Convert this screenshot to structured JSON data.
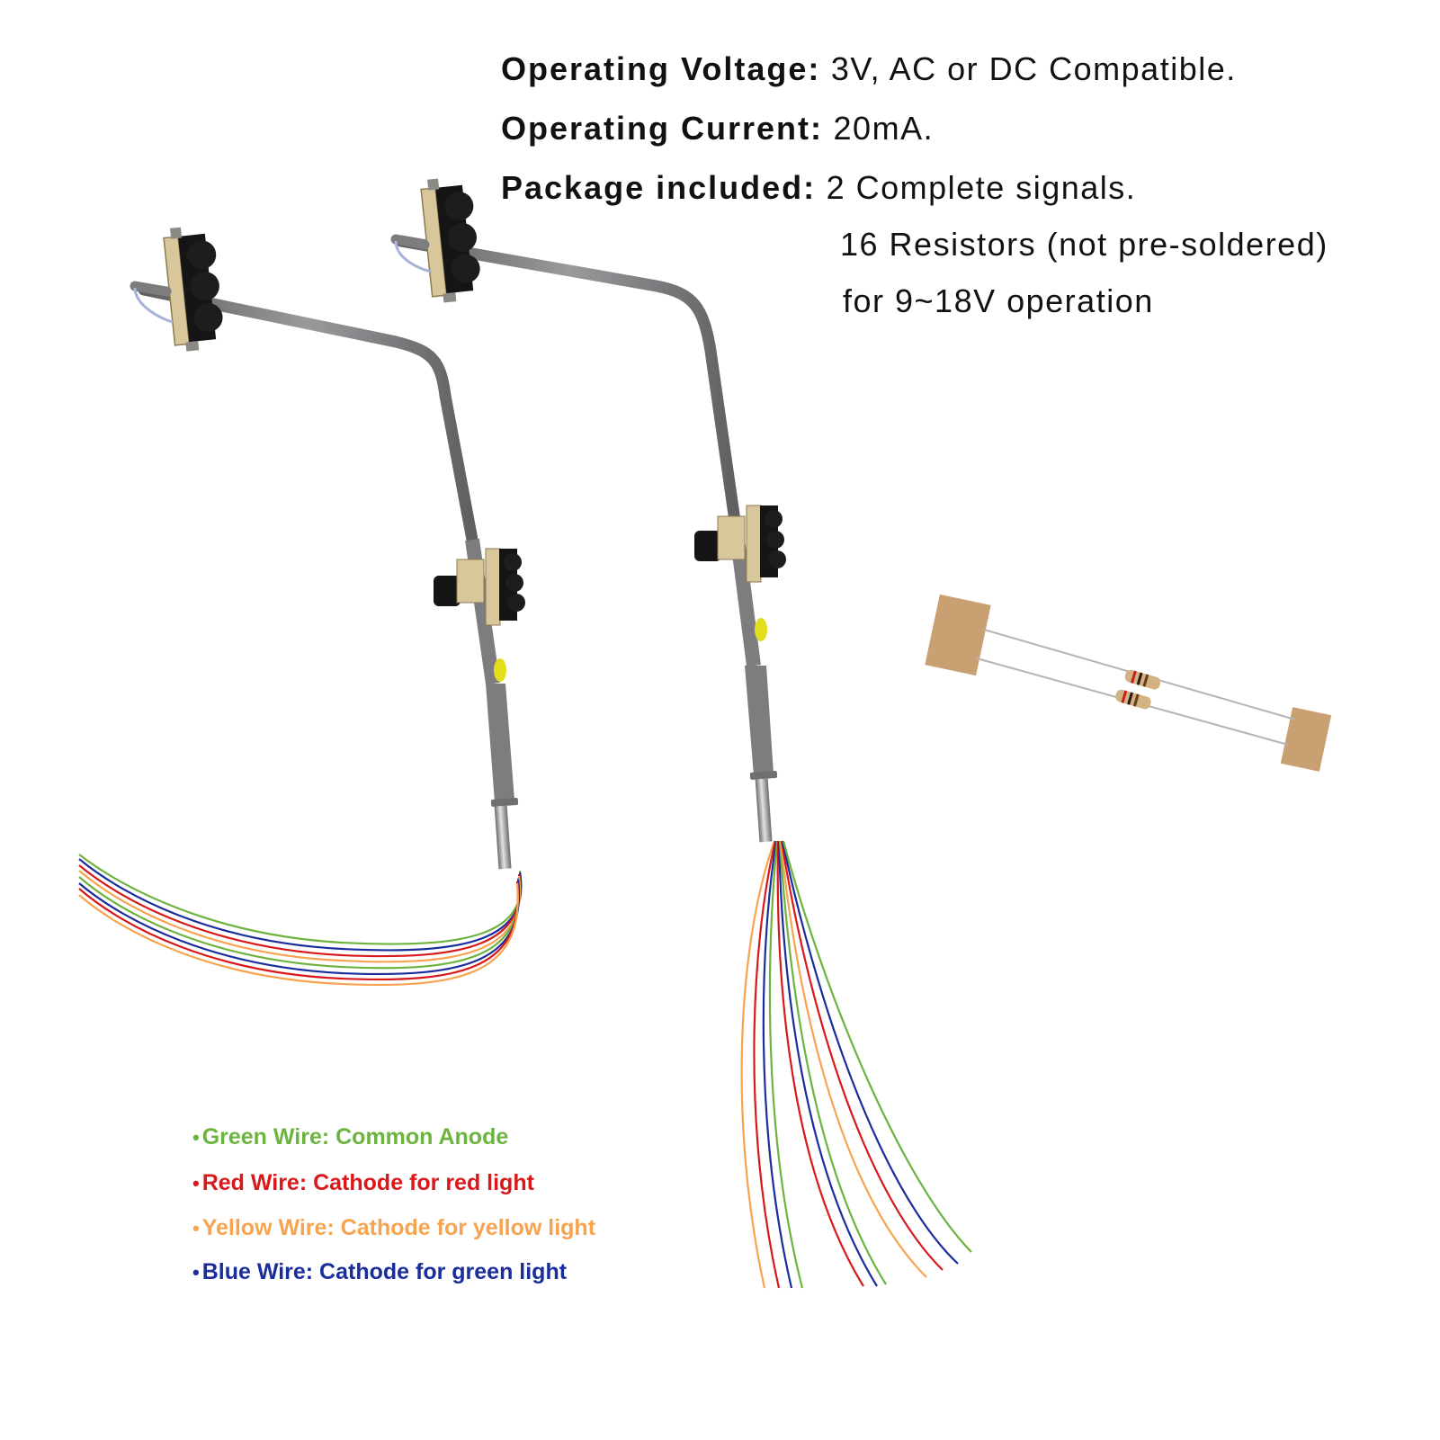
{
  "specs": {
    "voltage": {
      "label": "Operating Voltage:",
      "value": "3V, AC or DC Compatible."
    },
    "current": {
      "label": "Operating Current:",
      "value": "20mA."
    },
    "package": {
      "label": "Package included:",
      "line1": "2 Complete signals.",
      "line2": "16 Resistors (not pre-soldered)",
      "line3": "for 9~18V operation"
    }
  },
  "legend": {
    "items": [
      {
        "bullet": "•",
        "text": "Green Wire: Common Anode",
        "color": "#6db33f"
      },
      {
        "bullet": "•",
        "text": "Red Wire: Cathode for red light",
        "color": "#d7191c"
      },
      {
        "bullet": "•",
        "text": "Yellow Wire: Cathode for yellow light",
        "color": "#f7a350"
      },
      {
        "bullet": "•",
        "text": "Blue Wire: Cathode for green light",
        "color": "#1a2d9c"
      }
    ]
  },
  "illustration": {
    "items": [
      "traffic-signal-left",
      "traffic-signal-right",
      "resistor-pair"
    ],
    "wire_colors": {
      "green": "#6db33f",
      "red": "#d7191c",
      "yellow": "#f7a350",
      "blue": "#1a2d9c"
    },
    "pole_color": "#7d7d80",
    "housing_color": "#151515",
    "backplate_color": "#d8c79a",
    "tape_color": "#c9a072"
  }
}
